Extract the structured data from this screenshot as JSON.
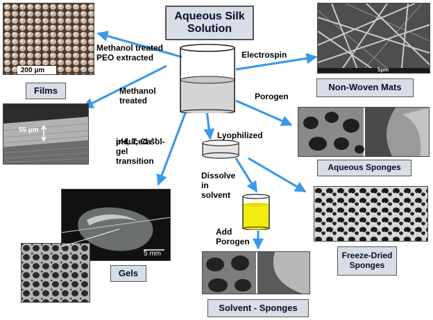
{
  "title": "Aqueous Silk Solution",
  "products": {
    "films": "Films",
    "mats": "Non-Woven Mats",
    "aqueous_sponges": "Aqueous Sponges",
    "freeze_dried": "Freeze-Dried Sponges",
    "solvent_sponges": "Solvent - Sponges",
    "gels": "Gels"
  },
  "process_labels": {
    "methanol_peo": "Methanol treated PEO extracted",
    "methanol": "Methanol treated",
    "electrospin": "Electrospin",
    "porogen": "Porogen",
    "sol_gel": "induced sol-gel transition",
    "lyophilized": "Lyophilized",
    "dissolve": "Dissolve in solvent",
    "add_porogen": "Add Porogen"
  },
  "sol_gel_conditions": {
    "text": "pH, T, Ca",
    "superscript": "++"
  },
  "scale_bars": {
    "films": "200 µm",
    "film_thickness": "55 µm",
    "gel": "5 mm",
    "mats": "5µm"
  },
  "colors": {
    "arrow": "#3b9ae8",
    "box_fill": "#d9dde6",
    "solvent": "#f2ec10"
  }
}
